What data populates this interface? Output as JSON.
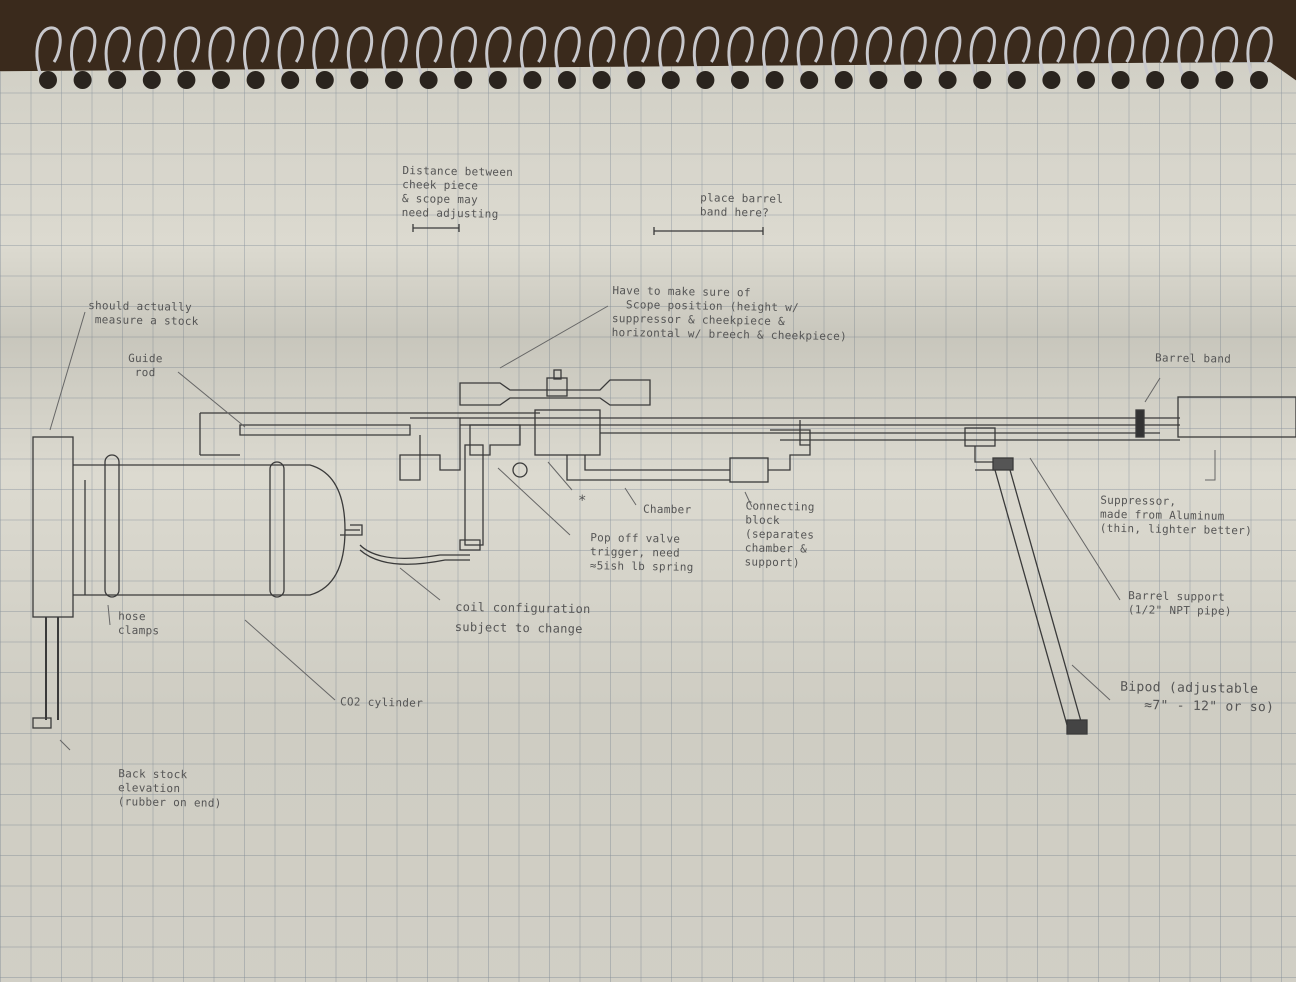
{
  "title": "Hand-drawn CO2 rifle design sketch on graph paper",
  "annotations": {
    "scope_distance": "Distance between\ncheek piece\n& scope may\nneed adjusting",
    "barrel_band_question": "place barrel\nband here?",
    "scope_height": "Have to make sure of\n  Scope position (height w/\nsuppressor & cheekpiece &\nhorizontal w/ breech & cheekpiece)",
    "stock": "should actually\n measure a stock",
    "guide_rod": "Guide\n rod",
    "barrel_band": "Barrel band",
    "suppressor": "Suppressor,\nmade from Aluminum\n(thin, lighter better)",
    "barrel_support": "Barrel support\n(1/2\" NPT pipe)",
    "bipod": "Bipod (adjustable\n   ≈7\" - 12\" or so)",
    "chamber": "Chamber",
    "connecting_block": "Connecting\nblock\n(separates\nchamber &\nsupport)",
    "popoff_valve": "Pop off valve\ntrigger, need\n≈5ish lb spring",
    "coil": "coil configuration\nsubject to change",
    "hose_clamps": "hose\nclamps",
    "co2_cylinder": "CO2 cylinder",
    "back_stock": "Back stock\nelevation\n(rubber on end)",
    "asterisk": "*"
  }
}
